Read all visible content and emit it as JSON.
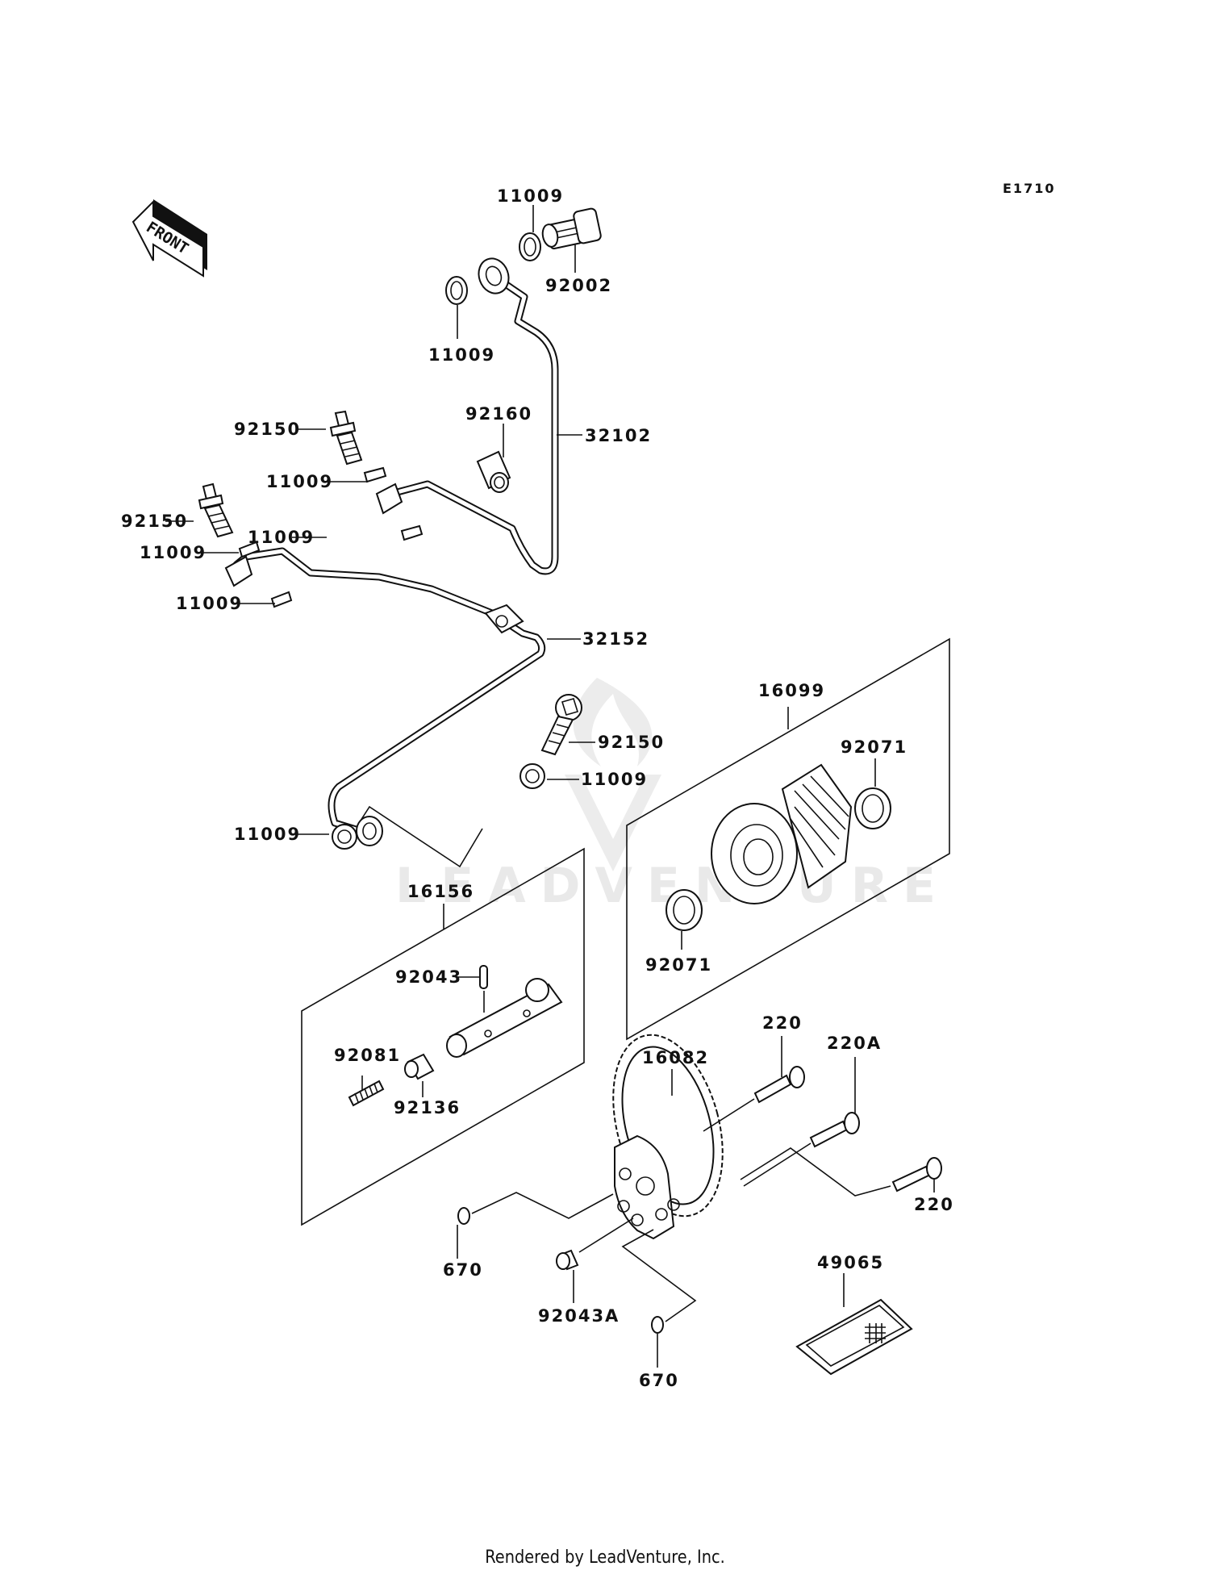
{
  "diagram": {
    "code": "E1710",
    "front_label": "FRONT",
    "watermark": "LEADVENTURE",
    "footer": "Rendered by LeadVenture, Inc.",
    "callouts": [
      {
        "id": "c-11009-top",
        "part": "11009"
      },
      {
        "id": "c-92002",
        "part": "92002"
      },
      {
        "id": "c-11009-left",
        "part": "11009"
      },
      {
        "id": "c-92160",
        "part": "92160"
      },
      {
        "id": "c-32102",
        "part": "32102"
      },
      {
        "id": "c-92150-a",
        "part": "92150"
      },
      {
        "id": "c-11009-a",
        "part": "11009"
      },
      {
        "id": "c-92150-b",
        "part": "92150"
      },
      {
        "id": "c-11009-b",
        "part": "11009"
      },
      {
        "id": "c-11009-c",
        "part": "11009"
      },
      {
        "id": "c-11009-d",
        "part": "11009"
      },
      {
        "id": "c-32152",
        "part": "32152"
      },
      {
        "id": "c-92150-c",
        "part": "92150"
      },
      {
        "id": "c-11009-e",
        "part": "11009"
      },
      {
        "id": "c-11009-f",
        "part": "11009"
      },
      {
        "id": "c-16099",
        "part": "16099"
      },
      {
        "id": "c-92071-a",
        "part": "92071"
      },
      {
        "id": "c-92071-b",
        "part": "92071"
      },
      {
        "id": "c-16156",
        "part": "16156"
      },
      {
        "id": "c-92043",
        "part": "92043"
      },
      {
        "id": "c-92081",
        "part": "92081"
      },
      {
        "id": "c-92136",
        "part": "92136"
      },
      {
        "id": "c-220-a",
        "part": "220"
      },
      {
        "id": "c-220A",
        "part": "220A"
      },
      {
        "id": "c-16082",
        "part": "16082"
      },
      {
        "id": "c-220-b",
        "part": "220"
      },
      {
        "id": "c-670-a",
        "part": "670"
      },
      {
        "id": "c-92043A",
        "part": "92043A"
      },
      {
        "id": "c-670-b",
        "part": "670"
      },
      {
        "id": "c-49065",
        "part": "49065"
      }
    ]
  }
}
